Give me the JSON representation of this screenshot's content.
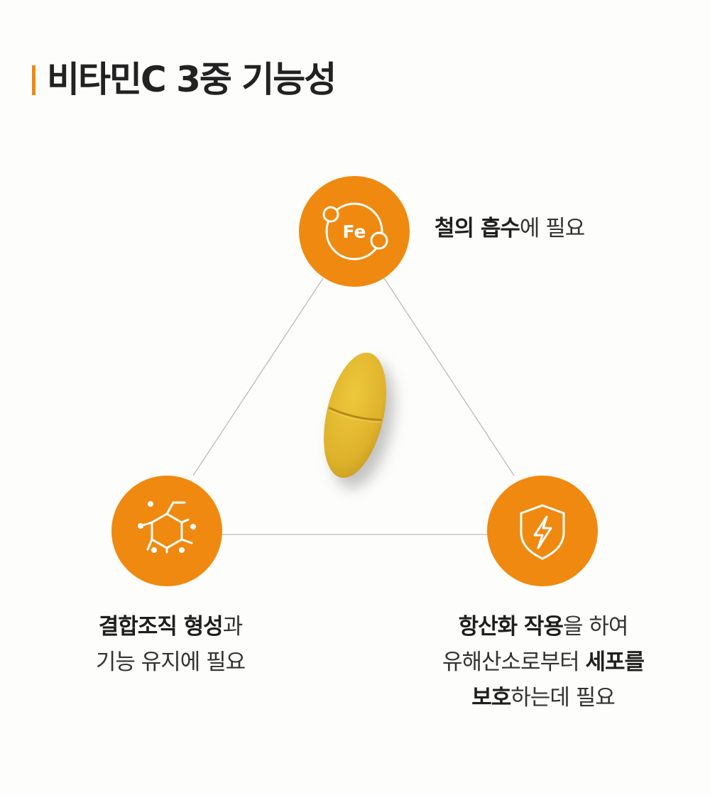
{
  "header": {
    "title": "비타민C 3중 기능성"
  },
  "colors": {
    "accent": "#f0890f",
    "tablet": "#e0b52d",
    "line": "#bbbbbb"
  },
  "icons": {
    "top": "iron-atom-icon",
    "left": "molecule-hexagon-icon",
    "right": "shield-lightning-icon"
  },
  "iron": {
    "symbol": "Fe"
  },
  "functions": {
    "iron": {
      "bold": "철의 흡수",
      "rest": "에 필요"
    },
    "collagen": {
      "line1_bold": "결합조직 형성",
      "line1_rest": "과",
      "line2": "기능 유지에 필요"
    },
    "antioxidant": {
      "line1_bold": "항산화 작용",
      "line1_rest": "을 하여",
      "line2_rest": "유해산소로부터 ",
      "line2_bold": "세포를",
      "line3_bold": "보호",
      "line3_rest": "하는데 필요"
    }
  }
}
